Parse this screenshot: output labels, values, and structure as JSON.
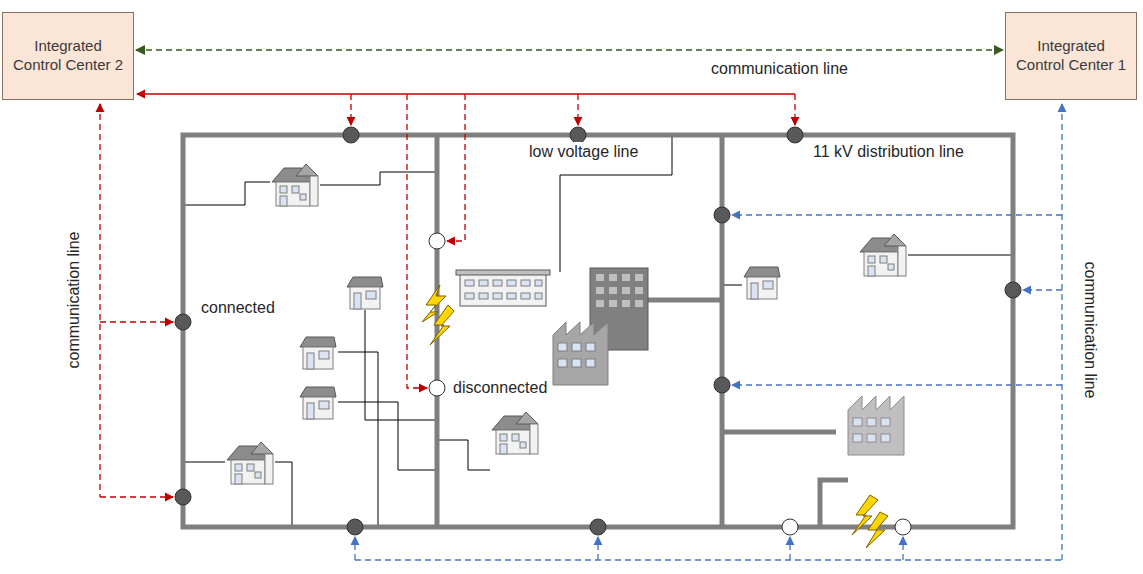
{
  "diagram": {
    "nodes": [
      {
        "text": [
          "Integrated Control Center 2"
        ]
      },
      {
        "text": [
          "Integrated Control Center 1"
        ]
      }
    ],
    "edges": [
      {
        "from": 0,
        "to": 1,
        "arrow": "both",
        "label": "communication line"
      }
    ],
    "labels": [
      "communication line",
      "communication line",
      "connected",
      "disconnected",
      "low voltage line",
      "11 kV distribution line"
    ]
  }
}
